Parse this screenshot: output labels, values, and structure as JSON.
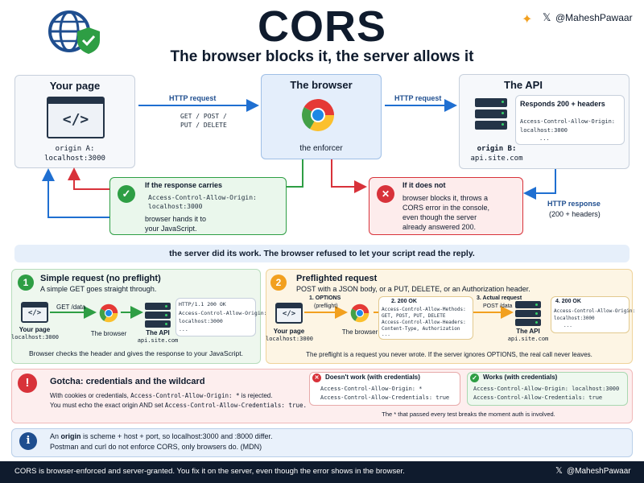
{
  "header": {
    "title": "CORS",
    "subtitle": "The browser blocks it, the server allows it",
    "handle": "@MaheshPawaar",
    "x_mark": "𝕏"
  },
  "top": {
    "your_page": {
      "title": "Your page",
      "code_glyph": "</>",
      "origin_label": "origin A:",
      "origin_value": "localhost:3000"
    },
    "browser": {
      "title": "The browser",
      "caption": "the enforcer"
    },
    "api": {
      "title": "The API",
      "responds": "Responds 200 + headers",
      "header_line1": "Access-Control-Allow-Origin:",
      "header_line2": "localhost:3000",
      "header_line3": "...",
      "origin_label": "origin B:",
      "origin_value": "api.site.com"
    },
    "request1": {
      "label": "HTTP request",
      "methods1": "GET / POST /",
      "methods2": "PUT / DELETE"
    },
    "request2": {
      "label": "HTTP request"
    },
    "response": {
      "label": "HTTP response",
      "detail": "(200 + headers)"
    },
    "allowed": {
      "title": "If the response carries",
      "code1": "Access-Control-Allow-Origin:",
      "code2": "localhost:3000",
      "text1": "browser hands it to",
      "text2": "your JavaScript."
    },
    "blocked": {
      "title": "If it does not",
      "text1": "browser blocks it, throws a",
      "text2": "CORS error in the console,",
      "text3": "even though the server",
      "text4": "already answered 200."
    }
  },
  "banner": "the server did its work. The browser refused to let your script read the reply.",
  "simple": {
    "num": "1",
    "title": "Simple request (no preflight)",
    "desc": "A simple GET goes straight through.",
    "arrow_label": "GET /data",
    "page_label": "Your page",
    "page_origin": "localhost:3000",
    "browser_label": "The browser",
    "api_label": "The API",
    "api_origin": "api.site.com",
    "resp1": "HTTP/1.1 200 OK",
    "resp2": "Access-Control-Allow-Origin:",
    "resp3": "localhost:3000",
    "resp4": "...",
    "footer": "Browser checks the header and gives the response to your JavaScript."
  },
  "preflight": {
    "num": "2",
    "title": "Preflighted request",
    "desc": "POST with a JSON body, or a PUT, DELETE, or an Authorization header.",
    "step1_num": "1. OPTIONS",
    "step1_sub": "(preflight)",
    "step2": "2. 200 OK",
    "step2_code1": "Access-Control-Allow-Methods:",
    "step2_code2": "GET, POST, PUT, DELETE",
    "step2_code3": "Access-Control-Allow-Headers:",
    "step2_code4": "Content-Type, Authorization",
    "step2_code5": "...",
    "step3": "3. Actual request",
    "step3_sub": "POST /data",
    "step4": "4. 200 OK",
    "step4_code1": "Access-Control-Allow-Origin:",
    "step4_code2": "localhost:3000",
    "step4_code3": "...",
    "page_label": "Your page",
    "page_origin": "localhost:3000",
    "browser_label": "The browser",
    "api_label": "The API",
    "api_origin": "api.site.com",
    "footer": "The preflight is a request you never wrote. If the server ignores OPTIONS, the real call never leaves."
  },
  "gotcha": {
    "mark": "!",
    "title": "Gotcha: credentials and the wildcard",
    "text1_a": "With cookies or credentials,",
    "text1_code": "Access-Control-Allow-Origin: *",
    "text1_b": "is rejected.",
    "text2_a": "You must echo the exact origin AND set",
    "text2_code": "Access-Control-Allow-Credentials: true.",
    "bad_title": "Doesn't work (with credentials)",
    "bad_code1": "Access-Control-Allow-Origin: *",
    "bad_code2": "Access-Control-Allow-Credentials: true",
    "good_title": "Works (with credentials)",
    "good_code1": "Access-Control-Allow-Origin: localhost:3000",
    "good_code2": "Access-Control-Allow-Credentials: true",
    "footnote": "The * that passed every test breaks the moment auth is involved."
  },
  "info": {
    "mark": "i",
    "line1_a": "An",
    "line1_b": "origin",
    "line1_c": "is scheme + host + port, so localhost:3000 and :8000 differ.",
    "line2": "Postman and curl do not enforce CORS, only browsers do. (MDN)"
  },
  "footer": {
    "text": "CORS is browser-enforced and server-granted. You fix it on the server, even though the error shows in the browser.",
    "handle": "@MaheshPawaar",
    "x_mark": "𝕏"
  },
  "colors": {
    "navy": "#0f1b2d",
    "blue": "#1f6fd1",
    "green": "#2e9e44",
    "red": "#d8323a",
    "orange": "#f2a01f",
    "footer_bg": "#0f1b2d"
  }
}
